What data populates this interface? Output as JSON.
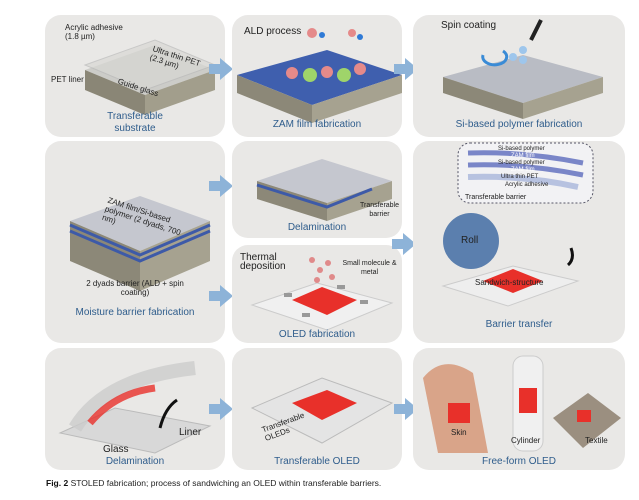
{
  "panels": {
    "transferable_substrate": {
      "title": "Transferable substrate",
      "labels": [
        "Acrylic adhesive (1.8 µm)",
        "Ultra thin PET (2.3 µm)",
        "PET liner",
        "Guide glass"
      ]
    },
    "zam_film": {
      "title": "ZAM film fabrication",
      "labels": [
        "ALD process"
      ]
    },
    "si_polymer": {
      "title": "Si-based polymer fabrication",
      "labels": [
        "Spin coating"
      ]
    },
    "moisture_barrier": {
      "title": "Moisture barrier fabrication",
      "labels": [
        "ZAM film/Si-based polymer (2 dyads, 700 nm)",
        "2 dyads barrier (ALD + spin coating)"
      ]
    },
    "delamination_top": {
      "title": "Delamination",
      "labels": [
        "Transferable barrier"
      ]
    },
    "oled_fabrication": {
      "title": "OLED fabrication",
      "labels": [
        "Thermal deposition",
        "Small molecule & metal"
      ]
    },
    "barrier_transfer": {
      "title": "Barrier transfer",
      "labels": [
        "Si-based polymer",
        "ZAM film",
        "Si-based polymer",
        "ZAM film",
        "Ultra thin PET",
        "Acrylic adhesive",
        "Transferable barrier",
        "Roll",
        "Sandwich-structure"
      ]
    },
    "delamination_bottom": {
      "title": "Delamination",
      "labels": [
        "Glass",
        "Liner"
      ]
    },
    "transferable_oled": {
      "title": "Transferable OLED",
      "labels": [
        "Transferable OLEDs"
      ]
    },
    "free_form_oled": {
      "title": "Free-form OLED",
      "labels": [
        "Skin",
        "Cylinder",
        "Textile"
      ]
    }
  },
  "caption": {
    "fig": "Fig. 2",
    "text": " STOLED fabrication; process of sandwiching an OLED within transferable barriers."
  },
  "colors": {
    "panel_title": "#2f5d8c",
    "arrow": "#8db3d8",
    "panel_bg": "#e9e8e6",
    "oled": "#e8302a",
    "barrier": "#3d5aa8"
  }
}
